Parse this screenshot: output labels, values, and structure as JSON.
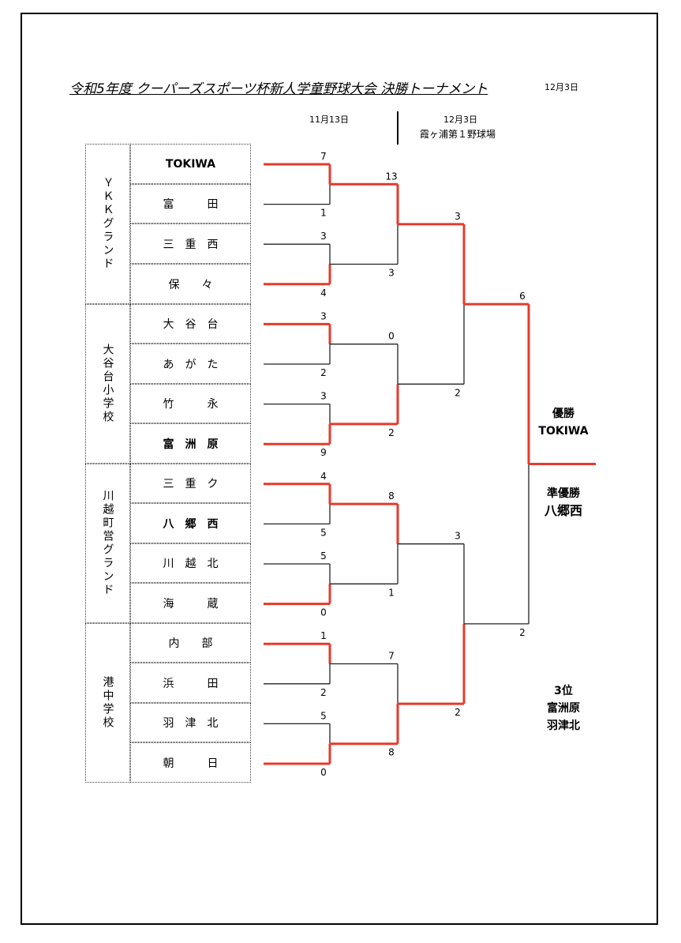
{
  "title": "令和5年度 クーパーズスポーツ杯新人学童野球大会 決勝トーナメント",
  "date_top": "12月3日",
  "round1_date": "11月13日",
  "round2_date": "12月3日",
  "venue": "霞ヶ浦第１野球場",
  "groups": [
    {
      "label": "ＹＫＫグランド"
    },
    {
      "label": "大谷台小学校"
    },
    {
      "label": "川越町営グランド"
    },
    {
      "label": "港中学校"
    }
  ],
  "teams": [
    {
      "name": "TOKIWA",
      "bold": true
    },
    {
      "name": "富　　　田",
      "bold": false
    },
    {
      "name": "三　重　西",
      "bold": false
    },
    {
      "name": "保　　々",
      "bold": false
    },
    {
      "name": "大　谷　台",
      "bold": false
    },
    {
      "name": "あ　が　た",
      "bold": false
    },
    {
      "name": "竹　　　永",
      "bold": false
    },
    {
      "name": "富　洲　原",
      "bold": true
    },
    {
      "name": "三　重　ク",
      "bold": false
    },
    {
      "name": "八　郷　西",
      "bold": true
    },
    {
      "name": "川　越　北",
      "bold": false
    },
    {
      "name": "海　　　蔵",
      "bold": false
    },
    {
      "name": "内　　部",
      "bold": false
    },
    {
      "name": "浜　　　田",
      "bold": false
    },
    {
      "name": "羽　津　北",
      "bold": false
    },
    {
      "name": "朝　　　日",
      "bold": false
    }
  ],
  "scores": {
    "r1": [
      "7",
      "1",
      "3",
      "4",
      "3",
      "2",
      "3",
      "9",
      "4",
      "5",
      "5",
      "0",
      "1",
      "2",
      "5",
      "0"
    ],
    "r2": [
      "13",
      "3",
      "0",
      "2",
      "8",
      "1",
      "7",
      "8"
    ],
    "r3": [
      "3",
      "2",
      "3",
      "2"
    ],
    "r4": [
      "6",
      "2"
    ]
  },
  "winners": {
    "r1": [
      0,
      1,
      0,
      1,
      0,
      1,
      0,
      1
    ],
    "r2": [
      0,
      1,
      0,
      1
    ],
    "r3": [
      0,
      1
    ],
    "r4": [
      0
    ]
  },
  "results": {
    "champion_label": "優勝",
    "champion": "TOKIWA",
    "runner_up_label": "準優勝",
    "runner_up": "八郷西",
    "third_label": "3位",
    "third_1": "富洲原",
    "third_2": "羽津北"
  },
  "colors": {
    "winner_line": "#e53a2c",
    "loser_line": "#222222"
  }
}
